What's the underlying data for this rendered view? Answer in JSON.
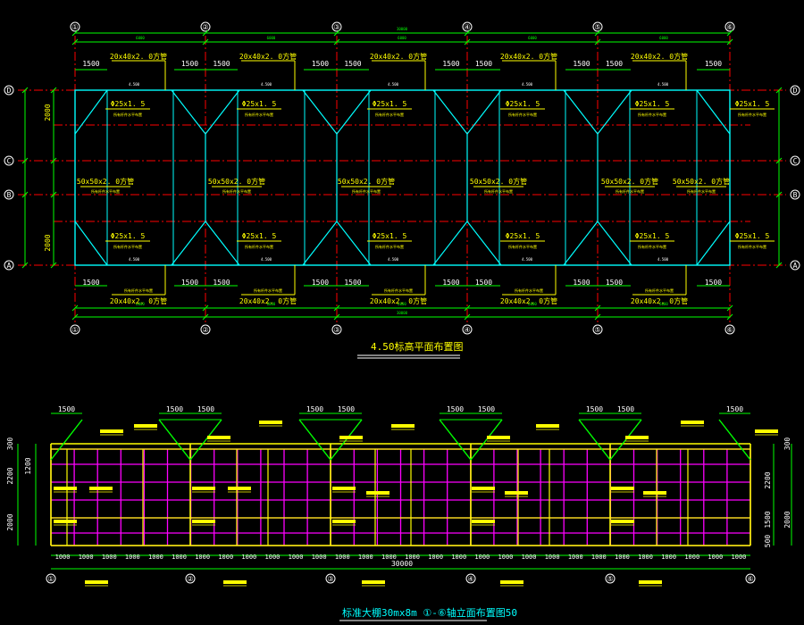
{
  "colors": {
    "background": "#000000",
    "dimension": "#00ff00",
    "frame": "#00ffff",
    "axis_grid": "#ff0000",
    "member": "#ffff00",
    "bubble": "#ffffff",
    "elevation_grid": "#ff00ff",
    "label_box": "#ffff00"
  },
  "plan": {
    "top_axes": [
      "①",
      "②",
      "③",
      "④",
      "⑤",
      "⑥"
    ],
    "bottom_axes": [
      "①",
      "②",
      "③",
      "④",
      "⑤",
      "⑥"
    ],
    "left_axes": [
      "D",
      "C",
      "B",
      "A"
    ],
    "right_axes": [
      "D",
      "C",
      "B",
      "A"
    ],
    "span_dims": [
      "6000",
      "6000",
      "6000",
      "6000",
      "6000"
    ],
    "overall_dim": "30000",
    "left_dims": [
      "2000",
      "2000"
    ],
    "truss_dims_top": [
      "1500",
      "1500",
      "1500",
      "1500",
      "1500",
      "1500",
      "1500",
      "1500",
      "1500",
      "1500"
    ],
    "truss_dims_bottom": [
      "1500",
      "1500",
      "1500",
      "1500",
      "1500",
      "1500",
      "1500",
      "1500",
      "1500",
      "1500"
    ],
    "tube_label": "20x40x2. 0方管",
    "square_tube_label": "50x50x2. 0方管",
    "rod_label": "Φ25x1. 5",
    "note_label": "所有杆件水平布置",
    "elev_tag": "4.500",
    "title": "4.50标高平面布置图"
  },
  "elevation": {
    "axes": [
      "①",
      "②",
      "③",
      "④",
      "⑤",
      "⑥"
    ],
    "top_dims": [
      "1500",
      "1500",
      "1500",
      "1500",
      "1500",
      "1500",
      "1500",
      "1500",
      "1500",
      "1500"
    ],
    "left_dims": [
      "300",
      "2200",
      "1200",
      "2000"
    ],
    "right_dims": [
      "300",
      "2200",
      "1500",
      "2000",
      "500"
    ],
    "bottom_dims": [
      "1000",
      "1000",
      "1000",
      "1000",
      "1000",
      "1000",
      "1000",
      "1000",
      "1000",
      "1000",
      "1000",
      "1000",
      "1000",
      "1000",
      "1000",
      "1000",
      "1000",
      "1000",
      "1000",
      "1000",
      "1000",
      "1000",
      "1000",
      "1000",
      "1000",
      "1000",
      "1000",
      "1000",
      "1000",
      "1000"
    ],
    "overall_dim": "30000",
    "title": "标准大棚30mx8m ①-⑥轴立面布置图50"
  }
}
